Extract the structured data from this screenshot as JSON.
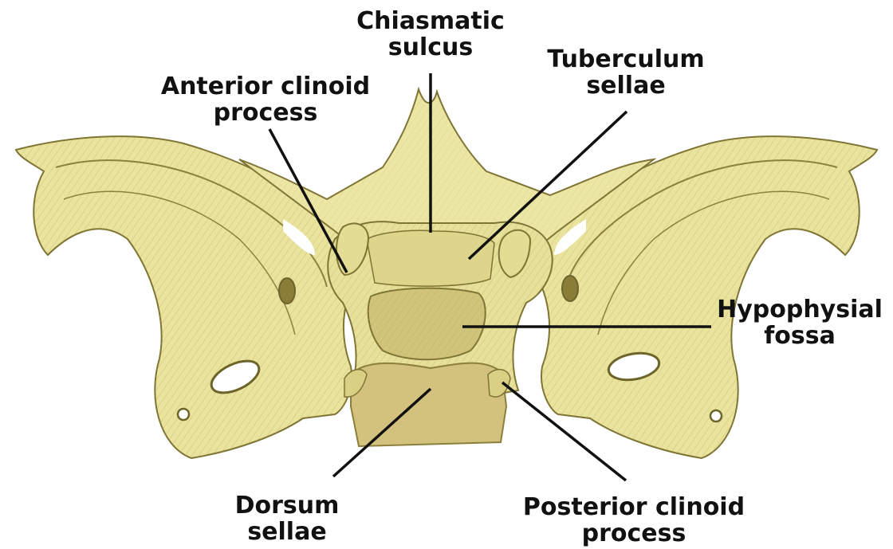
{
  "colors": {
    "bone": "#e9e39d",
    "bone_shade": "#cfc47a",
    "bone_outline": "#7e7434",
    "hatch": "#a99c52",
    "dorsum": "#d2c27e",
    "leader": "#111111"
  },
  "labels": {
    "chiasmatic_sulcus": [
      "Chiasmatic",
      "sulcus"
    ],
    "anterior_clinoid": [
      "Anterior clinoid",
      "process"
    ],
    "tuberculum_sellae": [
      "Tuberculum",
      "sellae"
    ],
    "hypophysial_fossa": [
      "Hypophysial",
      "fossa"
    ],
    "dorsum_sellae": [
      "Dorsum",
      "sellae"
    ],
    "posterior_clinoid": [
      "Posterior clinoid",
      "process"
    ]
  }
}
